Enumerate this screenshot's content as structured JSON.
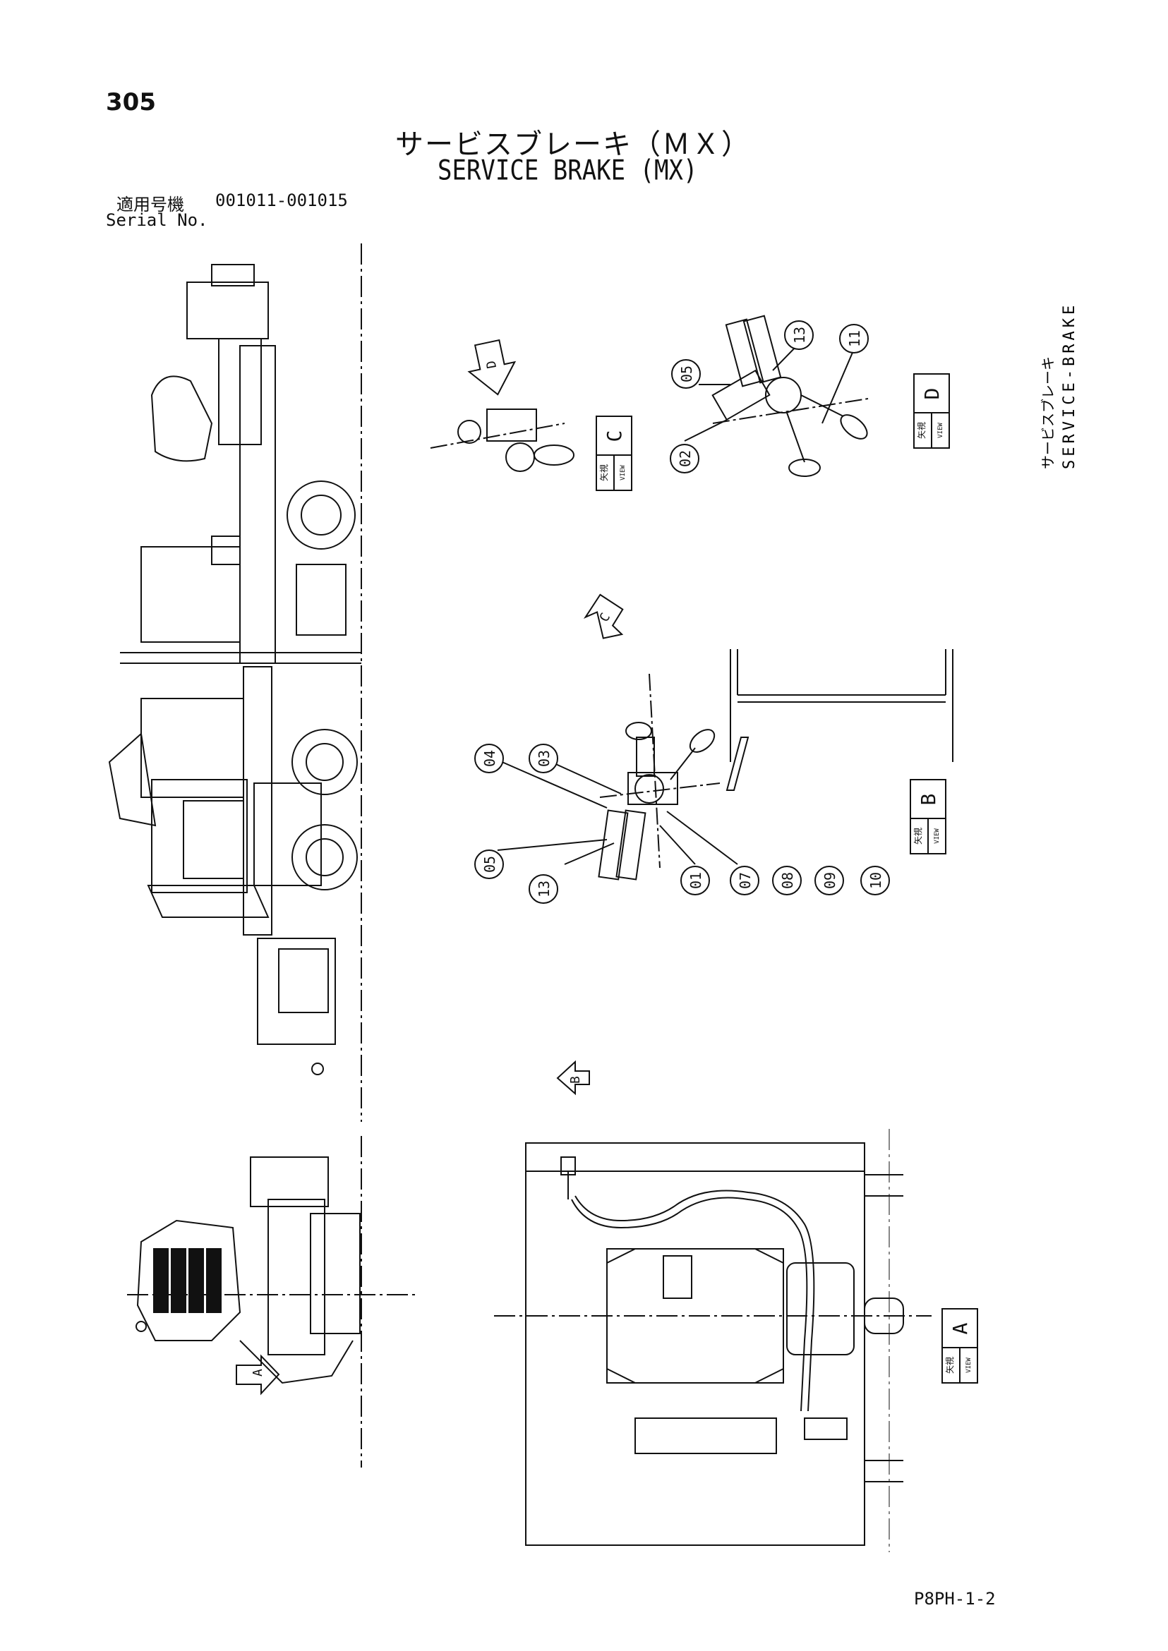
{
  "header": {
    "page_number": "305",
    "title_jp": "サービスブレーキ（ＭＸ）",
    "title_en": "SERVICE BRAKE (MX)",
    "serial_label_jp": "適用号機",
    "serial_range": "001011-001015",
    "serial_label_en": "Serial No."
  },
  "side_label": {
    "jp": "サービスブレーキ",
    "en": "SERVICE-BRAKE"
  },
  "footer": {
    "doc_code": "P8PH-1-2"
  },
  "views": {
    "c": {
      "jp": "矢視",
      "letter": "C",
      "en": "VIEW"
    },
    "d": {
      "jp": "矢視",
      "letter": "D",
      "en": "VIEW"
    },
    "b": {
      "jp": "矢視",
      "letter": "B",
      "en": "VIEW"
    },
    "a": {
      "jp": "矢視",
      "letter": "A",
      "en": "VIEW"
    }
  },
  "arrows": {
    "d": "D",
    "c": "C",
    "b": "B",
    "a": "A"
  },
  "callouts": {
    "top": [
      "05",
      "13",
      "11",
      "02"
    ],
    "middle_left": [
      "04",
      "03",
      "05",
      "13"
    ],
    "middle_bottom": [
      "01",
      "07",
      "08",
      "09",
      "10"
    ]
  }
}
